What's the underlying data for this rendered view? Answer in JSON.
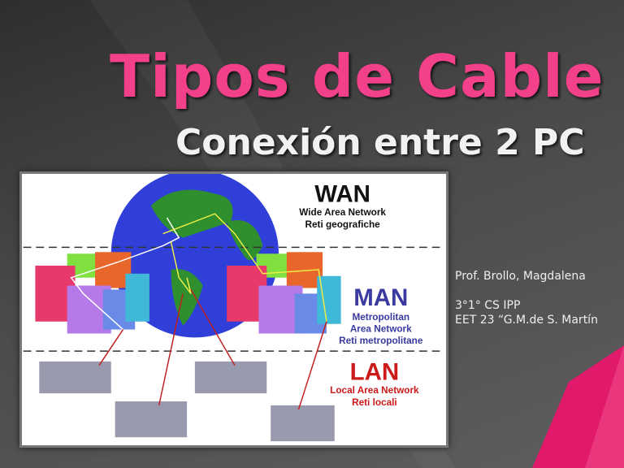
{
  "slide": {
    "title": "Tipos de Cable",
    "subtitle": "Conexión entre 2 PC",
    "accent_color": "#f2408a"
  },
  "figure": {
    "wan": {
      "heading": "WAN",
      "line1": "Wide Area Network",
      "line2": "Reti geografiche",
      "color": "#111111"
    },
    "man": {
      "heading": "MAN",
      "line1": "Metropolitan",
      "line2": "Area Network",
      "line3": "Reti metropolitane",
      "color": "#3a3aa0"
    },
    "lan": {
      "heading": "LAN",
      "line1": "Local Area Network",
      "line2": "Reti locali",
      "color": "#cc1a1a"
    }
  },
  "info": {
    "author": "Prof. Brollo, Magdalena",
    "course": "3°1° CS IPP",
    "school": "EET 23 “G.M.de S. Martín"
  }
}
